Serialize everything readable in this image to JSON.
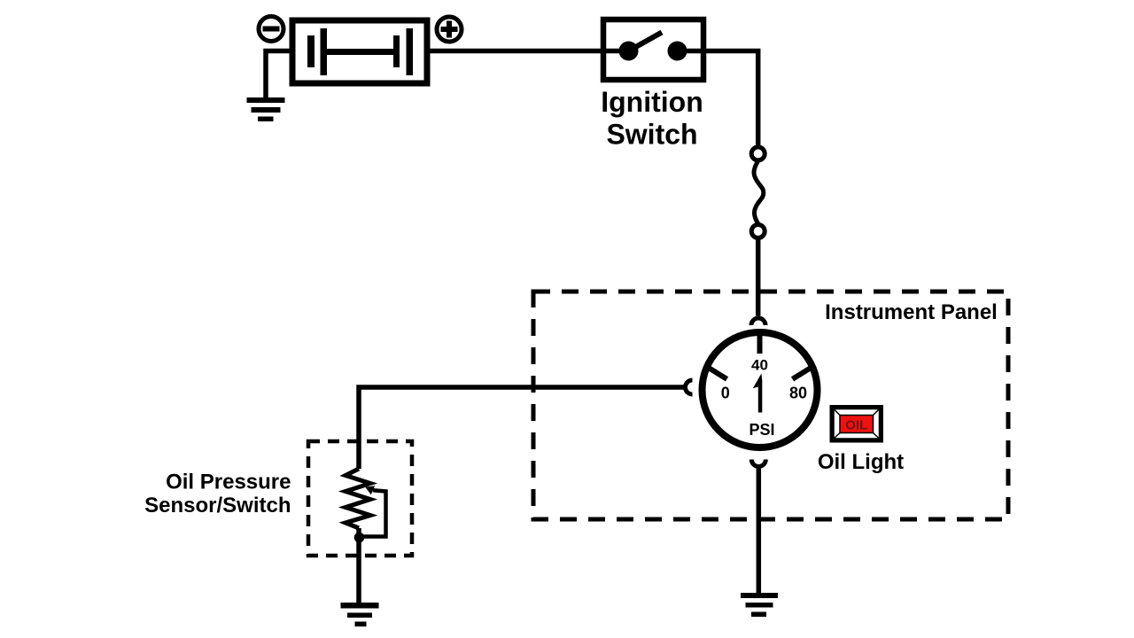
{
  "diagram": {
    "type": "automotive-oil-pressure-wiring-schematic",
    "background_color": "#ffffff",
    "line_color": "#000000",
    "labels": {
      "ignition_line1": "Ignition",
      "ignition_line2": "Switch",
      "instrument_panel": "Instrument Panel",
      "oil_light": "Oil Light",
      "sensor_line1": "Oil Pressure",
      "sensor_line2": "Sensor/Switch"
    },
    "battery": {
      "negative_symbol": "−",
      "positive_symbol": "+"
    },
    "gauge": {
      "low_label": "0",
      "mid_label": "40",
      "high_label": "80",
      "unit_label": "PSI"
    },
    "indicator": {
      "text": "OIL",
      "lens_color": "#ee1111",
      "text_color": "#6f1414"
    }
  }
}
